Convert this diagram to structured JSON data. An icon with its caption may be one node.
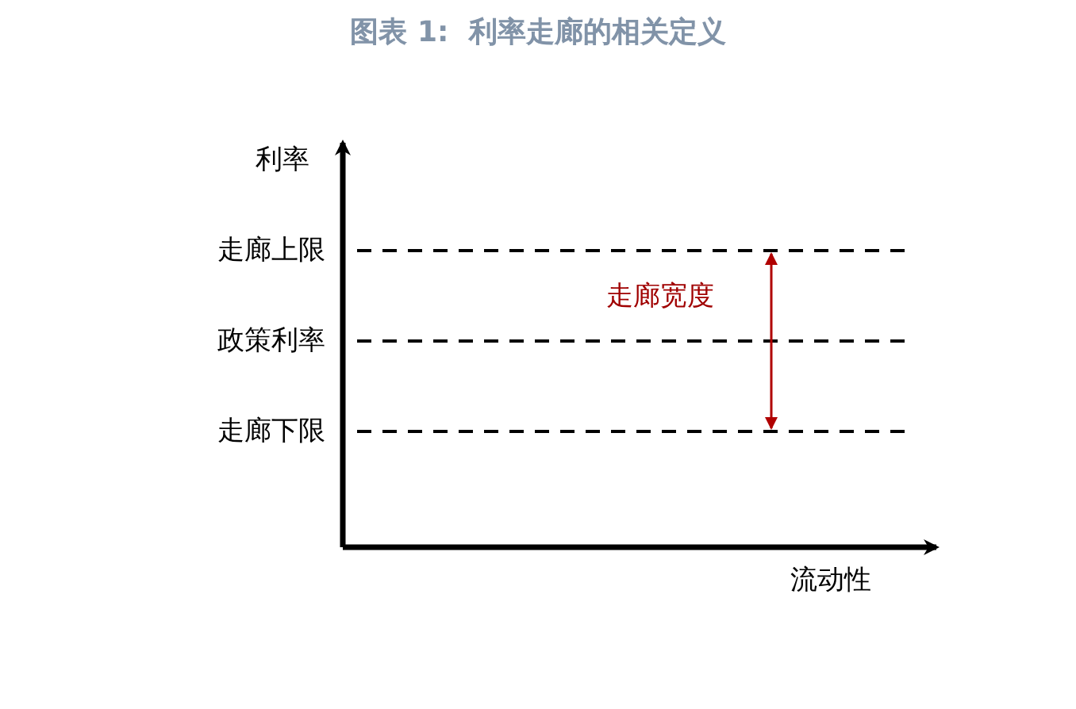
{
  "diagram": {
    "title": "图表 1:  利率走廊的相关定义",
    "labels": [
      "利率",
      "走廊上限",
      "政策利率",
      "走廊下限",
      "走廊宽度",
      "流动性"
    ]
  }
}
